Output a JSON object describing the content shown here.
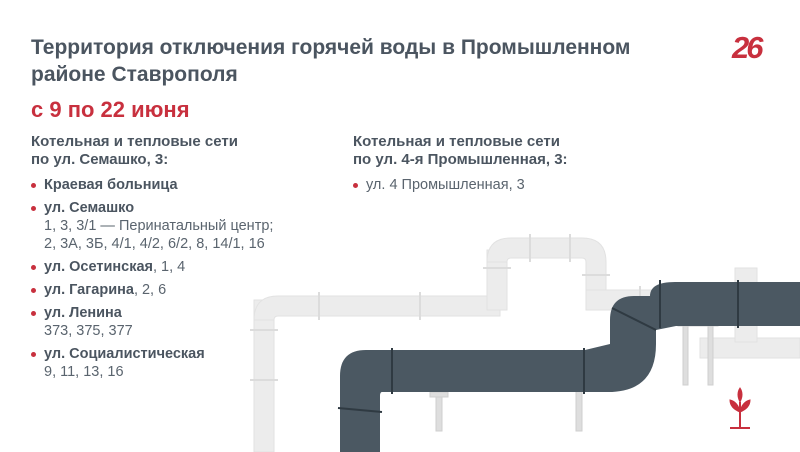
{
  "header": {
    "title": "Территория отключения горячей воды в Промышленном районе Ставрополя",
    "logo_text": "26",
    "dates": "с 9 по 22 июня"
  },
  "left_column": {
    "heading_line1": "Котельная и тепловые сети",
    "heading_line2": "по ул. Семашко, 3:",
    "items": [
      {
        "street": "Краевая больница",
        "numbers": "",
        "detail1": "",
        "detail2": ""
      },
      {
        "street": "ул. Семашко",
        "numbers": "",
        "detail1": "1, 3, 3/1 — Перинатальный центр;",
        "detail2": "2, 3А, 3Б, 4/1, 4/2, 6/2, 8, 14/1, 16"
      },
      {
        "street": "ул. Осетинская",
        "numbers": ", 1, 4",
        "detail1": "",
        "detail2": ""
      },
      {
        "street": "ул. Гагарина",
        "numbers": ", 2, 6",
        "detail1": "",
        "detail2": ""
      },
      {
        "street": "ул. Ленина",
        "numbers": "",
        "detail1": "373, 375, 377",
        "detail2": ""
      },
      {
        "street": "ул. Социалистическая",
        "numbers": "",
        "detail1": "9, 11, 13, 16",
        "detail2": ""
      }
    ]
  },
  "right_column": {
    "heading_line1": "Котельная и тепловые сети",
    "heading_line2": "по ул. 4-я Промышленная, 3:",
    "items": [
      {
        "street": "ул. 4 Промышленная, 3"
      }
    ]
  },
  "colors": {
    "accent": "#c8303e",
    "text": "#4b5560",
    "pipe_dark": "#4b5862",
    "pipe_light": "#ececec",
    "plant": "#c8303e"
  },
  "icons": [
    "pipes-illustration",
    "plant-icon",
    "brand-logo"
  ]
}
